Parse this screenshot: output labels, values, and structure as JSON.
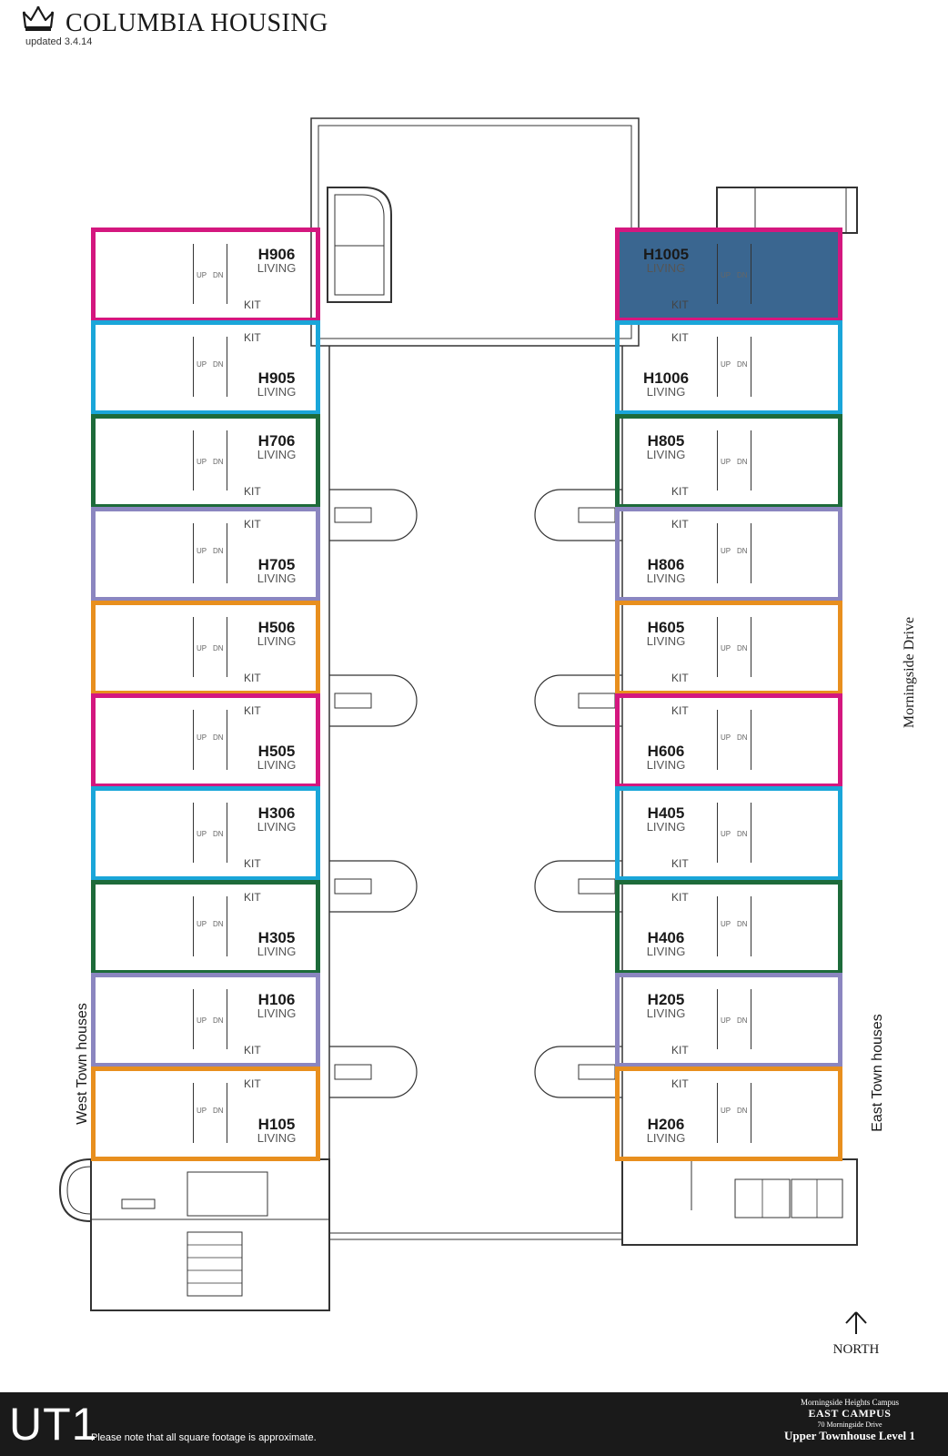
{
  "header": {
    "brand_title": "Columbia Housing",
    "updated": "updated 3.4.14"
  },
  "colors": {
    "magenta": "#d4177f",
    "blue": "#1aa6d9",
    "green": "#1d6b3a",
    "purple": "#8b86c0",
    "orange": "#e88f1e",
    "selected_fill": "#3a6690",
    "wall": "#333333"
  },
  "labels": {
    "living": "LIVING",
    "kit": "KIT",
    "up": "UP",
    "dn": "DN"
  },
  "west_units": [
    {
      "unit": "H906",
      "color": "magenta",
      "living_side": "top"
    },
    {
      "unit": "H905",
      "color": "blue",
      "living_side": "bottom"
    },
    {
      "unit": "H706",
      "color": "green",
      "living_side": "top"
    },
    {
      "unit": "H705",
      "color": "purple",
      "living_side": "bottom"
    },
    {
      "unit": "H506",
      "color": "orange",
      "living_side": "top"
    },
    {
      "unit": "H505",
      "color": "magenta",
      "living_side": "bottom"
    },
    {
      "unit": "H306",
      "color": "blue",
      "living_side": "top"
    },
    {
      "unit": "H305",
      "color": "green",
      "living_side": "bottom"
    },
    {
      "unit": "H106",
      "color": "purple",
      "living_side": "top"
    },
    {
      "unit": "H105",
      "color": "orange",
      "living_side": "bottom"
    }
  ],
  "east_units": [
    {
      "unit": "H1005",
      "color": "magenta",
      "living_side": "top",
      "selected": true
    },
    {
      "unit": "H1006",
      "color": "blue",
      "living_side": "bottom",
      "selected": false
    },
    {
      "unit": "H805",
      "color": "green",
      "living_side": "top",
      "selected": false
    },
    {
      "unit": "H806",
      "color": "purple",
      "living_side": "bottom",
      "selected": false
    },
    {
      "unit": "H605",
      "color": "orange",
      "living_side": "top",
      "selected": false
    },
    {
      "unit": "H606",
      "color": "magenta",
      "living_side": "bottom",
      "selected": false
    },
    {
      "unit": "H405",
      "color": "blue",
      "living_side": "top",
      "selected": false
    },
    {
      "unit": "H406",
      "color": "green",
      "living_side": "bottom",
      "selected": false
    },
    {
      "unit": "H205",
      "color": "purple",
      "living_side": "top",
      "selected": false
    },
    {
      "unit": "H206",
      "color": "orange",
      "living_side": "bottom",
      "selected": false
    }
  ],
  "map_labels": {
    "west": "West Town houses",
    "east": "East Town houses",
    "street": "Morningside Drive",
    "north": "NORTH"
  },
  "footer": {
    "plan_code": "UT1",
    "note": "Please note that all square footage is approximate.",
    "campus_line1": "Morningside Heights Campus",
    "campus_line2": "EAST CAMPUS",
    "campus_line3": "70 Morningside Drive",
    "campus_line4": "Upper Townhouse Level 1"
  }
}
